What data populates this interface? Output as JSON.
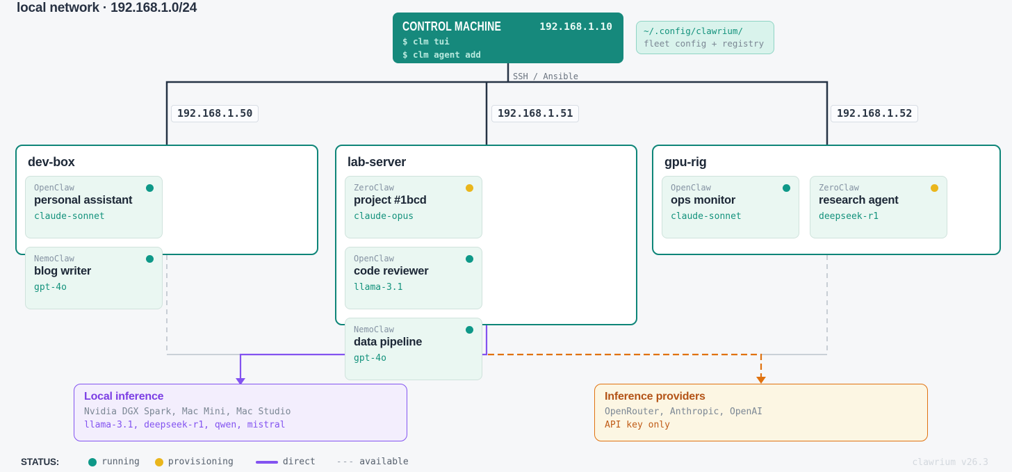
{
  "colors": {
    "bg": "#f6f7f9",
    "navy": "#253345",
    "title_text": "#273142",
    "teal": "#0e8578",
    "teal_fill": "#16897c",
    "teal_text": "#13927c",
    "mint_card": "#eaf7f2",
    "mint_border": "#cfe2dc",
    "config_bg": "#d9f3ec",
    "config_border": "#8fd4c4",
    "gray_text": "#8593a3",
    "amber": "#eab61c",
    "dot_running": "#0e9888",
    "purple": "#8353f0",
    "purple_bg": "#f3eefd",
    "purple_text": "#7c3fe4",
    "orange": "#e0720f",
    "orange_bg": "#fcf6e3",
    "orange_text": "#b35317",
    "dash_gray": "#bcc3cc",
    "version_text": "#d3d8de"
  },
  "header": {
    "title": "local network · 192.168.1.0/24"
  },
  "control": {
    "title": "CONTROL MACHINE",
    "ip": "192.168.1.10",
    "commands": [
      "$ clm tui",
      "$ clm agent add"
    ],
    "link_label": "SSH / Ansible"
  },
  "config_note": {
    "path": "~/.config/clawrium/",
    "desc": "fleet config + registry"
  },
  "hosts": [
    {
      "name": "dev-box",
      "ip": "192.168.1.50",
      "agents": [
        {
          "runtime": "OpenClaw",
          "name": "personal assistant",
          "model": "claude-sonnet",
          "status": "running"
        },
        {
          "runtime": "NemoClaw",
          "name": "blog writer",
          "model": "gpt-4o",
          "status": "running"
        }
      ]
    },
    {
      "name": "lab-server",
      "ip": "192.168.1.51",
      "agents": [
        {
          "runtime": "ZeroClaw",
          "name": "project #1bcd",
          "model": "claude-opus",
          "status": "provisioning"
        },
        {
          "runtime": "OpenClaw",
          "name": "code reviewer",
          "model": "llama-3.1",
          "status": "running"
        },
        {
          "runtime": "NemoClaw",
          "name": "data pipeline",
          "model": "gpt-4o",
          "status": "running"
        }
      ]
    },
    {
      "name": "gpu-rig",
      "ip": "192.168.1.52",
      "agents": [
        {
          "runtime": "OpenClaw",
          "name": "ops monitor",
          "model": "claude-sonnet",
          "status": "running"
        },
        {
          "runtime": "ZeroClaw",
          "name": "research agent",
          "model": "deepseek-r1",
          "status": "provisioning"
        }
      ]
    }
  ],
  "inference": {
    "local": {
      "title": "Local inference",
      "hardware": "Nvidia DGX Spark, Mac Mini, Mac Studio",
      "models": "llama-3.1, deepseek-r1, qwen, mistral"
    },
    "providers": {
      "title": "Inference providers",
      "vendors": "OpenRouter, Anthropic, OpenAI",
      "note": "API key only"
    }
  },
  "legend": {
    "label": "STATUS:",
    "running": "running",
    "provisioning": "provisioning",
    "direct": "direct",
    "available": "available",
    "dashes": "---"
  },
  "footer": {
    "version": "clawrium v26.3"
  }
}
